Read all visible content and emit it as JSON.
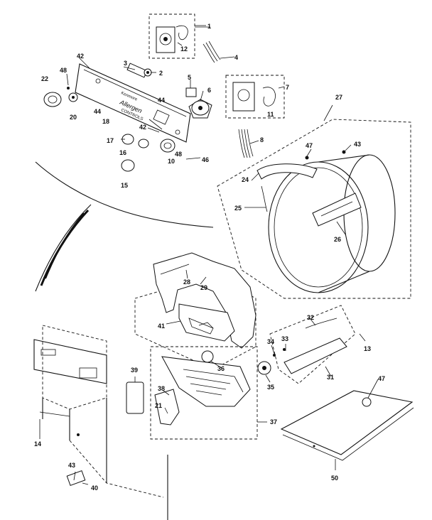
{
  "diagram": {
    "labels": [
      "1",
      "12",
      "42",
      "3",
      "2",
      "4",
      "48",
      "22",
      "20",
      "44",
      "18",
      "5",
      "6",
      "7",
      "11",
      "27",
      "44",
      "42",
      "17",
      "16",
      "48",
      "10",
      "46",
      "8",
      "47",
      "43",
      "15",
      "24",
      "25",
      "26",
      "28",
      "29",
      "41",
      "32",
      "33",
      "34",
      "13",
      "36",
      "39",
      "31",
      "35",
      "38",
      "21",
      "47",
      "37",
      "14",
      "43",
      "40",
      "50"
    ],
    "panel_text": [
      "Kenmore",
      "Allergen",
      "CONTROLS"
    ]
  }
}
